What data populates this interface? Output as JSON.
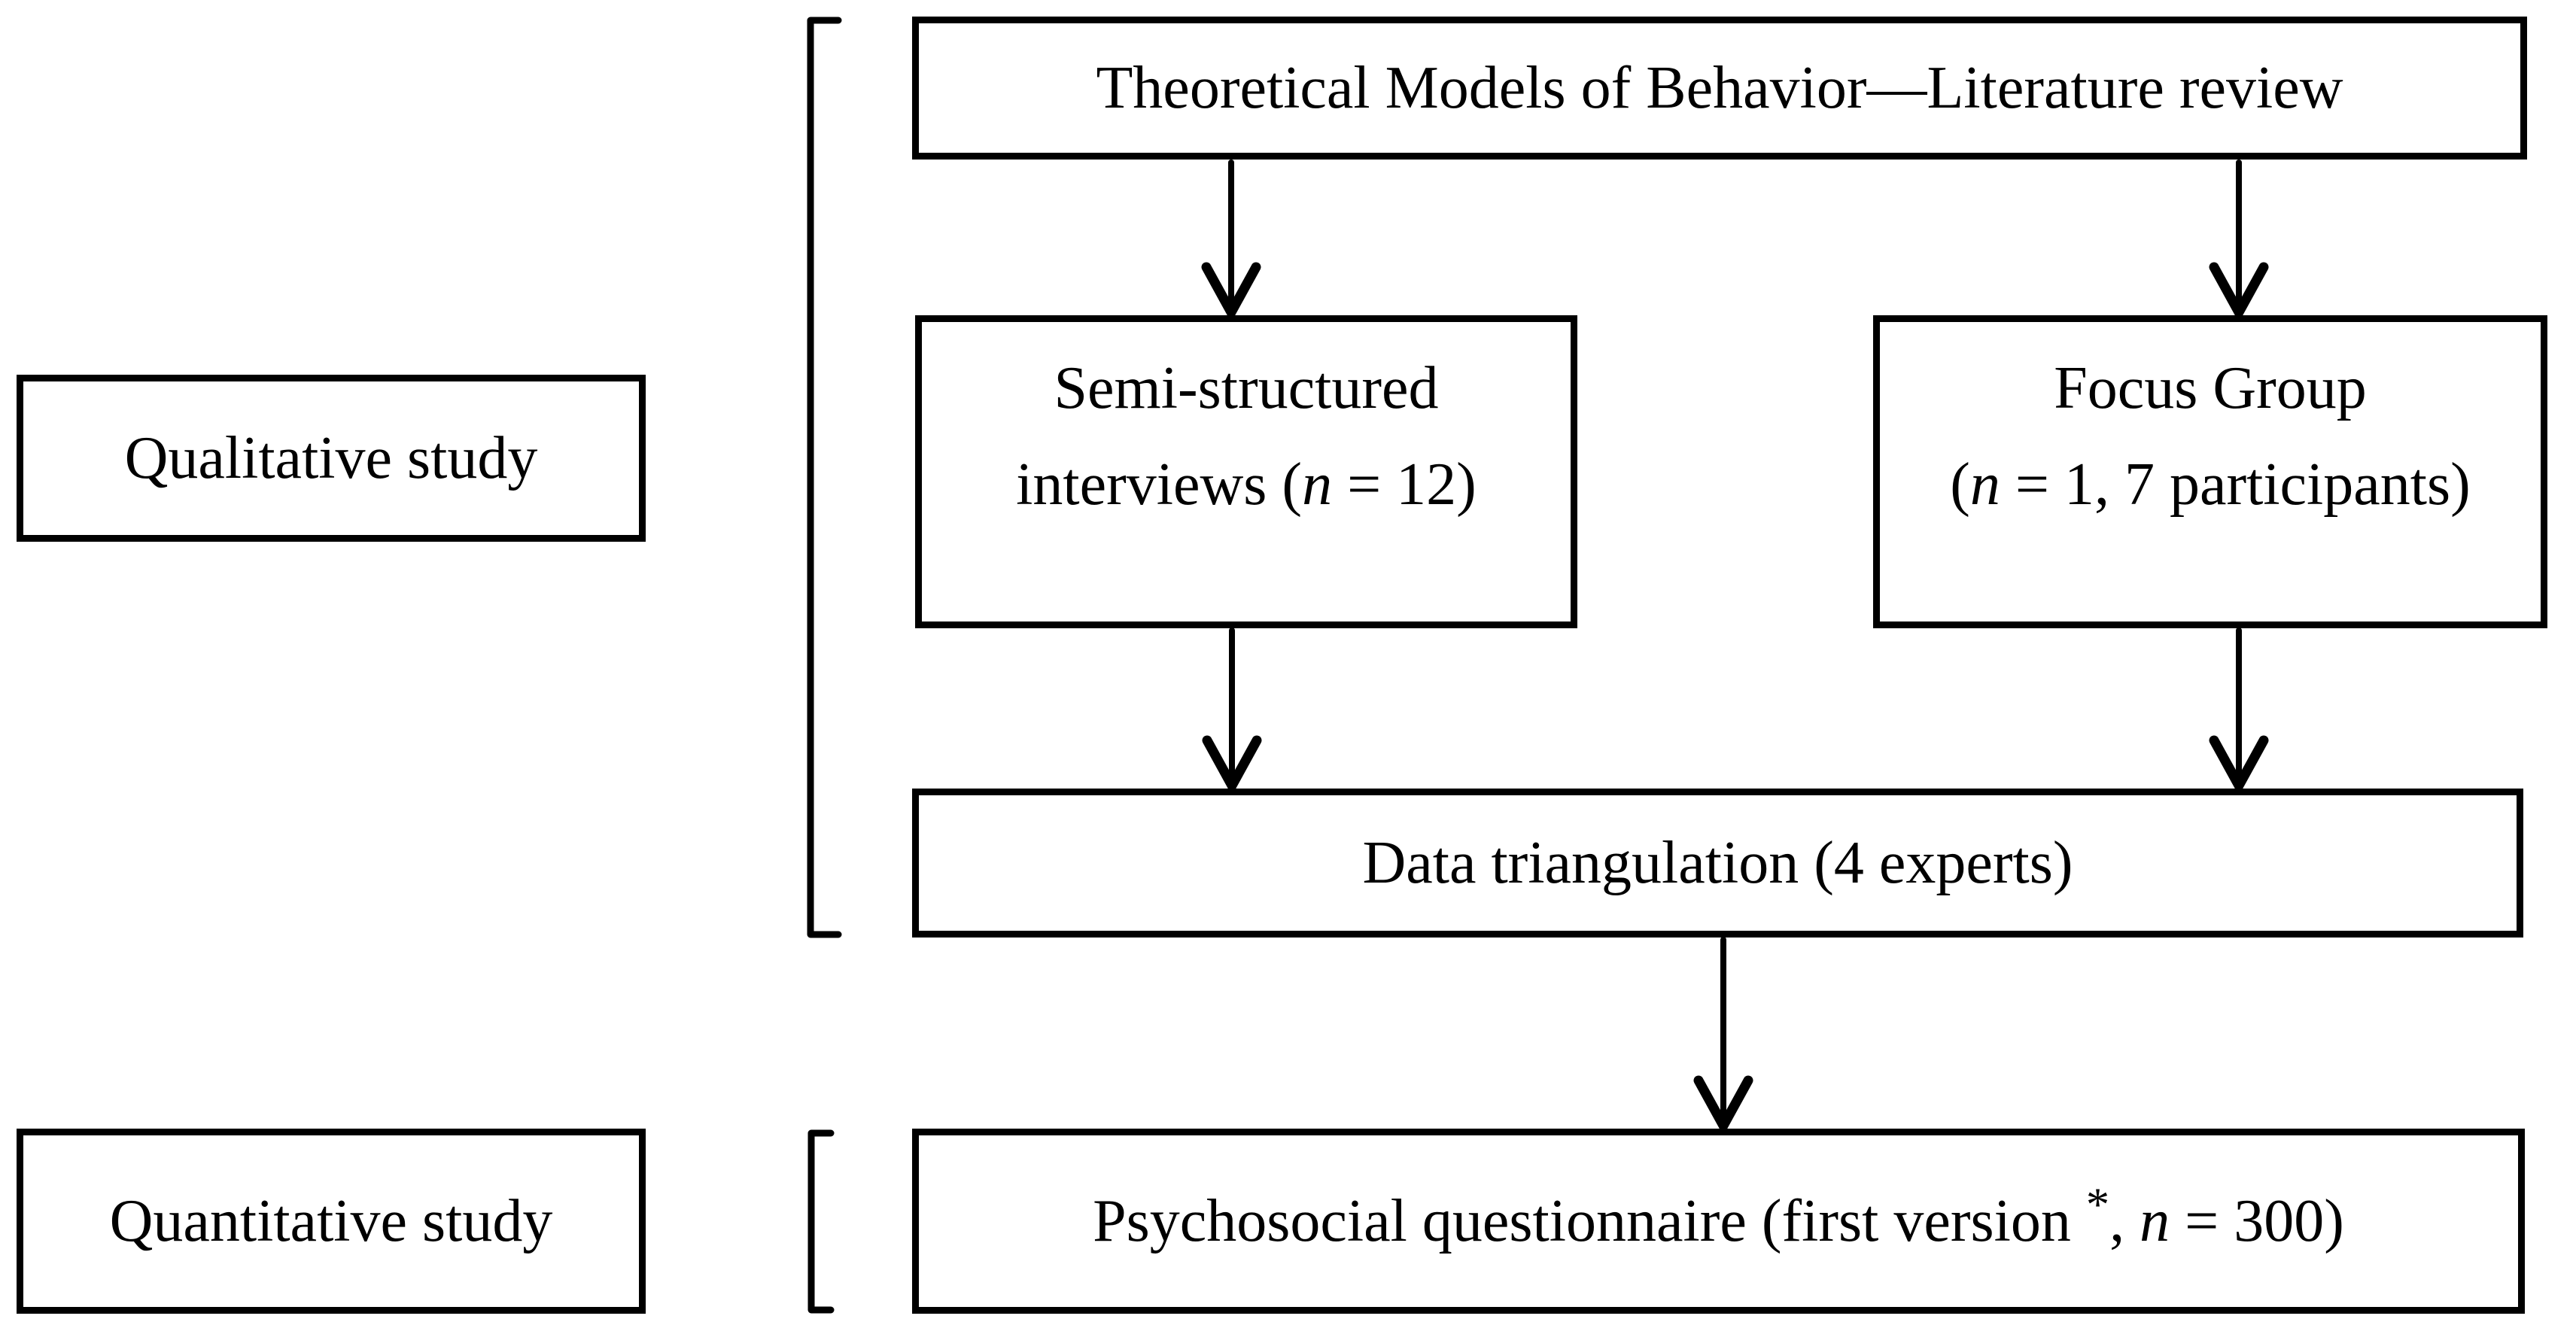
{
  "diagram": {
    "background_color": "#ffffff",
    "stroke_color": "#000000",
    "section_labels": {
      "qualitative": {
        "text": "Qualitative study"
      },
      "quantitative": {
        "text": "Quantitative study"
      }
    },
    "nodes": {
      "literature_review": {
        "text": "Theoretical Models of Behavior—Literature review",
        "lines": [
          [
            {
              "t": "Theoretical Models of Behavior—Literature review"
            }
          ]
        ]
      },
      "semi_structured_interviews": {
        "text": "Semi-structured interviews (n = 12)",
        "lines": [
          [
            {
              "t": "Semi-structured"
            }
          ],
          [
            {
              "t": "interviews ("
            },
            {
              "t": "n",
              "italic": true
            },
            {
              "t": " = 12)"
            }
          ]
        ]
      },
      "focus_group": {
        "text": "Focus Group (n = 1, 7 participants)",
        "lines": [
          [
            {
              "t": "Focus Group"
            }
          ],
          [
            {
              "t": "("
            },
            {
              "t": "n",
              "italic": true
            },
            {
              "t": " = 1, 7 participants)"
            }
          ]
        ]
      },
      "data_triangulation": {
        "text": "Data triangulation (4 experts)",
        "lines": [
          [
            {
              "t": "Data triangulation (4 experts)"
            }
          ]
        ]
      },
      "psychosocial_questionnaire": {
        "text": "Psychosocial questionnaire (first version *, n = 300)",
        "lines": [
          [
            {
              "t": "Psychosocial questionnaire (first version "
            },
            {
              "t": "*",
              "sup": true
            },
            {
              "t": ", "
            },
            {
              "t": "n",
              "italic": true
            },
            {
              "t": " = 300)"
            }
          ]
        ]
      }
    }
  }
}
